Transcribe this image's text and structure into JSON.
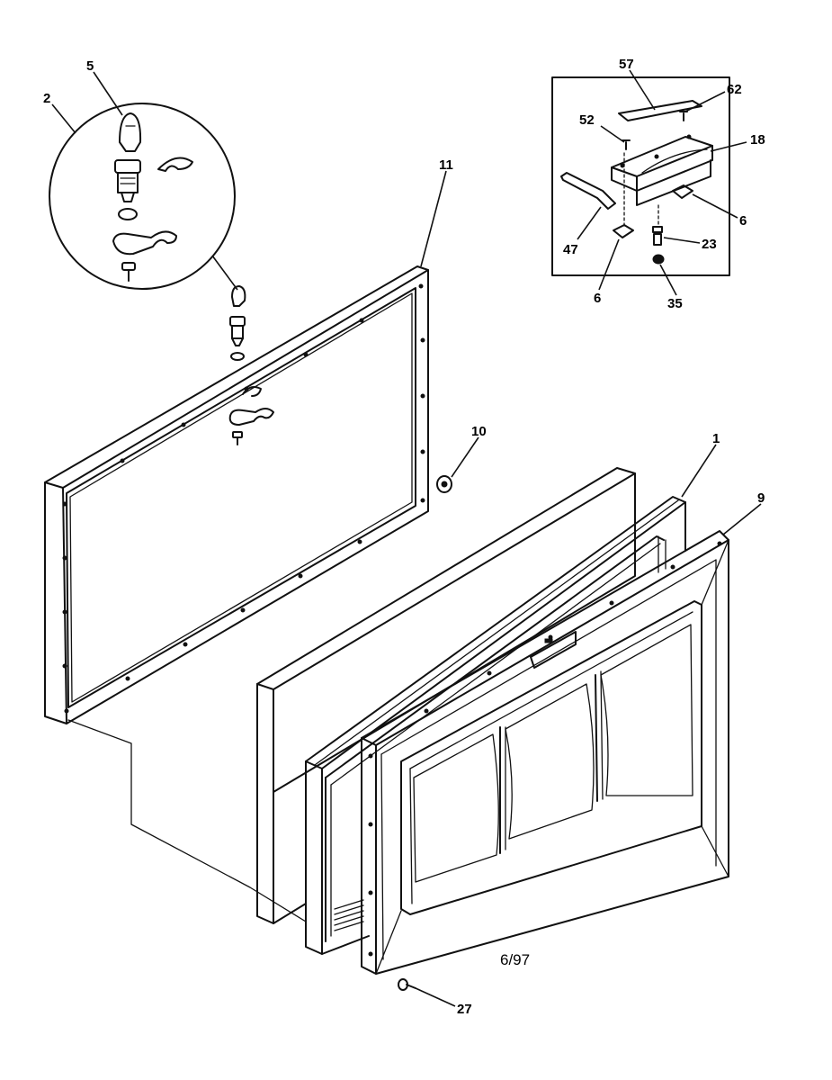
{
  "callouts": {
    "lock_assembly": "5",
    "lock_detail_circle": "2",
    "lid_liner": "11",
    "bumper": "10",
    "lid_gasket": "1",
    "outer_lid": "9",
    "screw_bottom": "27",
    "inset_strip": "57",
    "inset_screw_right": "62",
    "inset_screw_left": "52",
    "inset_handle": "18",
    "inset_bracket_right": "6",
    "inset_lever": "47",
    "inset_bracket_bottom": "6",
    "inset_spring": "23",
    "inset_washer": "35"
  },
  "date_stamp": "6/97"
}
